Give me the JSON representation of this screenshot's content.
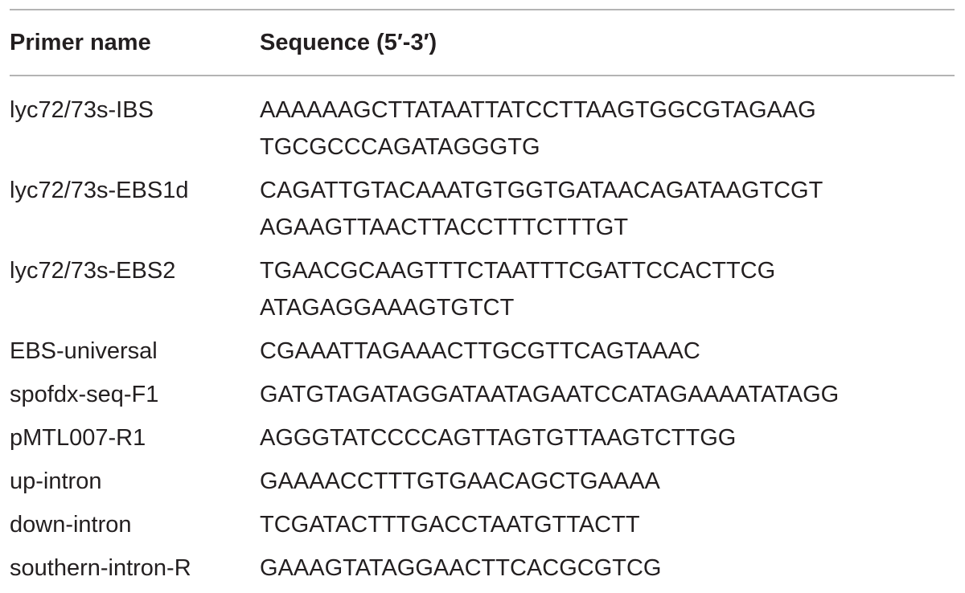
{
  "table": {
    "headers": {
      "name": "Primer name",
      "sequence": "Sequence (5′-3′)"
    },
    "rows": [
      {
        "name": "lyc72/73s-IBS",
        "seq": [
          "AAAAAAGCTTATAATTATCCTTAAGTGGCGTAGAAG",
          "TGCGCCCAGATAGGGTG"
        ]
      },
      {
        "name": "lyc72/73s-EBS1d",
        "seq": [
          "CAGATTGTACAAATGTGGTGATAACAGATAAGTCGT",
          "AGAAGTTAACTTACCTTTCTTTGT"
        ]
      },
      {
        "name": "lyc72/73s-EBS2",
        "seq": [
          "TGAACGCAAGTTTCTAATTTCGATTCCACTTCG",
          "ATAGAGGAAAGTGTCT"
        ]
      },
      {
        "name": "EBS-universal",
        "seq": [
          "CGAAATTAGAAACTTGCGTTCAGTAAAC"
        ]
      },
      {
        "name": "spofdx-seq-F1",
        "seq": [
          "GATGTAGATAGGATAATAGAATCCATAGAAAATATAGG"
        ]
      },
      {
        "name": "pMTL007-R1",
        "seq": [
          "AGGGTATCCCCAGTTAGTGTTAAGTCTTGG"
        ]
      },
      {
        "name": "up-intron",
        "seq": [
          "GAAAACCTTTGTGAACAGCTGAAAA"
        ]
      },
      {
        "name": "down-intron",
        "seq": [
          "TCGATACTTTGACCTAATGTTACTT"
        ]
      },
      {
        "name": "southern-intron-R",
        "seq": [
          "GAAAGTATAGGAACTTCACGCGTCG"
        ]
      }
    ]
  }
}
